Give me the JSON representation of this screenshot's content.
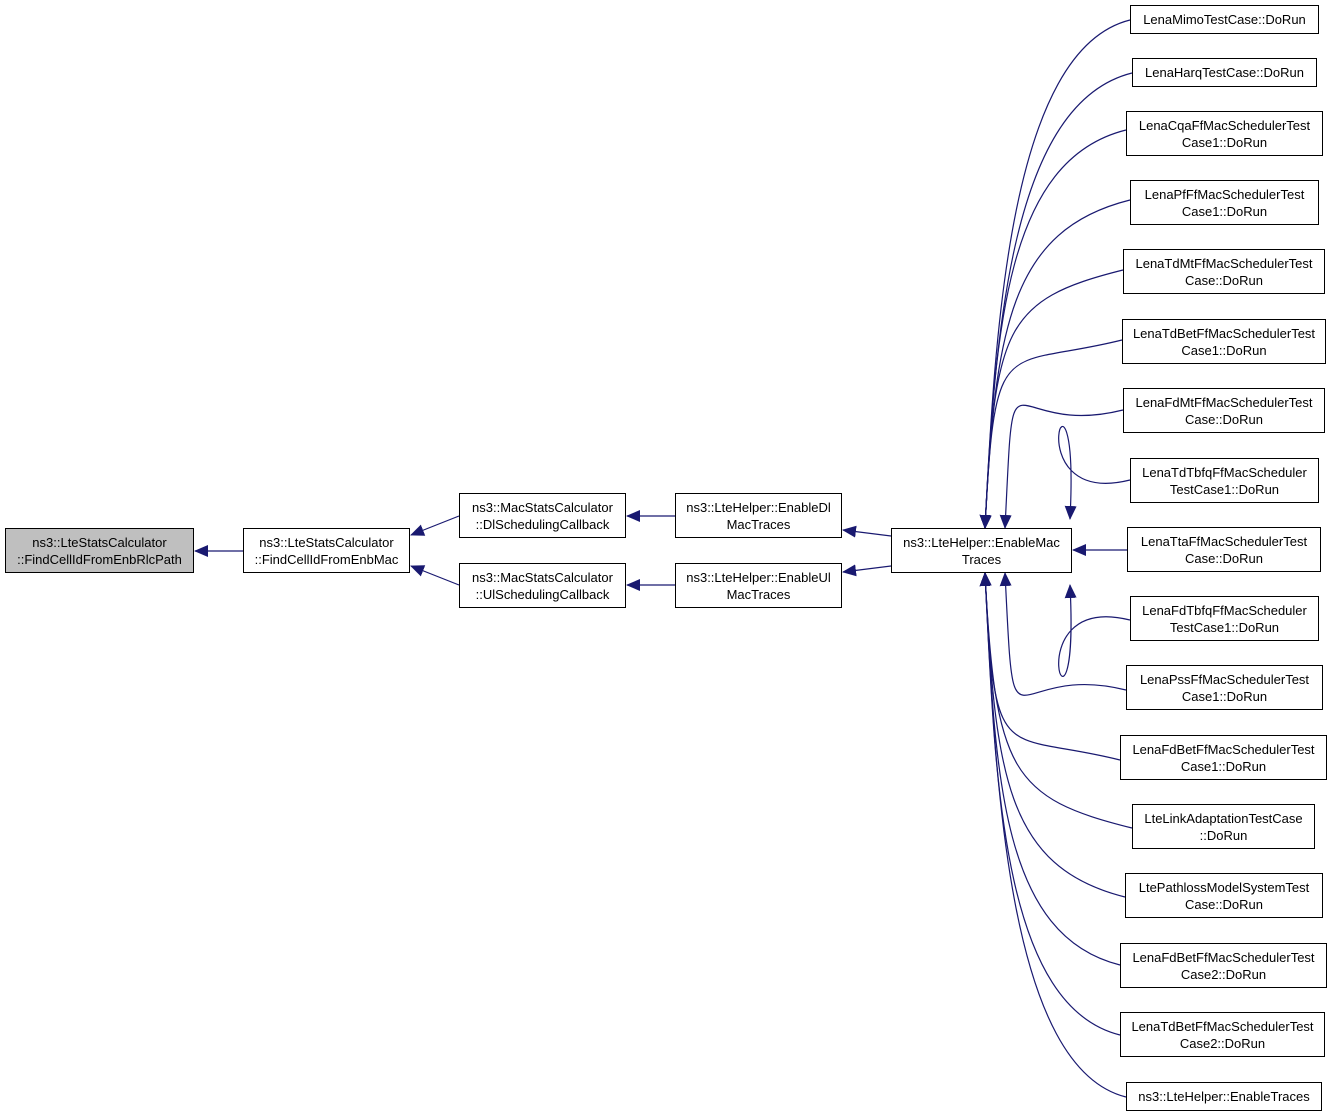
{
  "colors": {
    "edge": "#191970",
    "root_fill": "#bfbfbf",
    "node_fill": "#ffffff",
    "border": "#000000"
  },
  "nodes": {
    "root": "ns3::LteStatsCalculator\n::FindCellIdFromEnbRlcPath",
    "find_cell_id_from_enb_mac": "ns3::LteStatsCalculator\n::FindCellIdFromEnbMac",
    "dl_scheduling_callback": "ns3::MacStatsCalculator\n::DlSchedulingCallback",
    "ul_scheduling_callback": "ns3::MacStatsCalculator\n::UlSchedulingCallback",
    "enable_dl_mac_traces": "ns3::LteHelper::EnableDl\nMacTraces",
    "enable_ul_mac_traces": "ns3::LteHelper::EnableUl\nMacTraces",
    "enable_mac_traces": "ns3::LteHelper::EnableMac\nTraces",
    "callers": [
      "LenaMimoTestCase::DoRun",
      "LenaHarqTestCase::DoRun",
      "LenaCqaFfMacSchedulerTest\nCase1::DoRun",
      "LenaPfFfMacSchedulerTest\nCase1::DoRun",
      "LenaTdMtFfMacSchedulerTest\nCase::DoRun",
      "LenaTdBetFfMacSchedulerTest\nCase1::DoRun",
      "LenaFdMtFfMacSchedulerTest\nCase::DoRun",
      "LenaTdTbfqFfMacScheduler\nTestCase1::DoRun",
      "LenaTtaFfMacSchedulerTest\nCase::DoRun",
      "LenaFdTbfqFfMacScheduler\nTestCase1::DoRun",
      "LenaPssFfMacSchedulerTest\nCase1::DoRun",
      "LenaFdBetFfMacSchedulerTest\nCase1::DoRun",
      "LteLinkAdaptationTestCase\n::DoRun",
      "LtePathlossModelSystemTest\nCase::DoRun",
      "LenaFdBetFfMacSchedulerTest\nCase2::DoRun",
      "LenaTdBetFfMacSchedulerTest\nCase2::DoRun",
      "ns3::LteHelper::EnableTraces"
    ]
  }
}
